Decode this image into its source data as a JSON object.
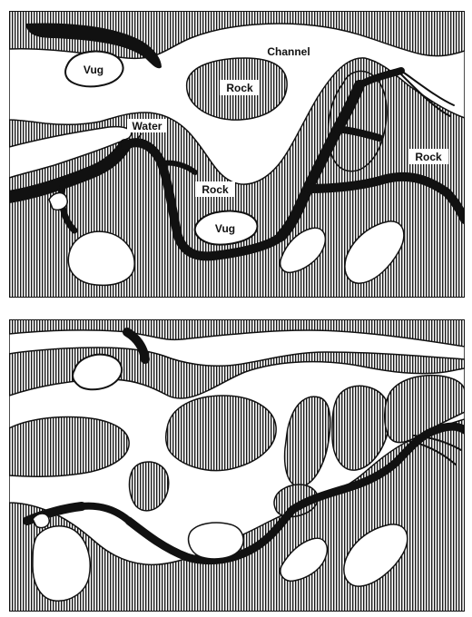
{
  "top_panel": {
    "labels": {
      "vug_1": "Vug",
      "channel": "Channel",
      "rock_1": "Rock",
      "water": "Water",
      "rock_2": "Rock",
      "vug_2": "Vug",
      "rock_3": "Rock"
    }
  },
  "colors": {
    "rock_hatch": "#1a1a1a",
    "water": "#111111",
    "pore_space": "#ffffff"
  }
}
